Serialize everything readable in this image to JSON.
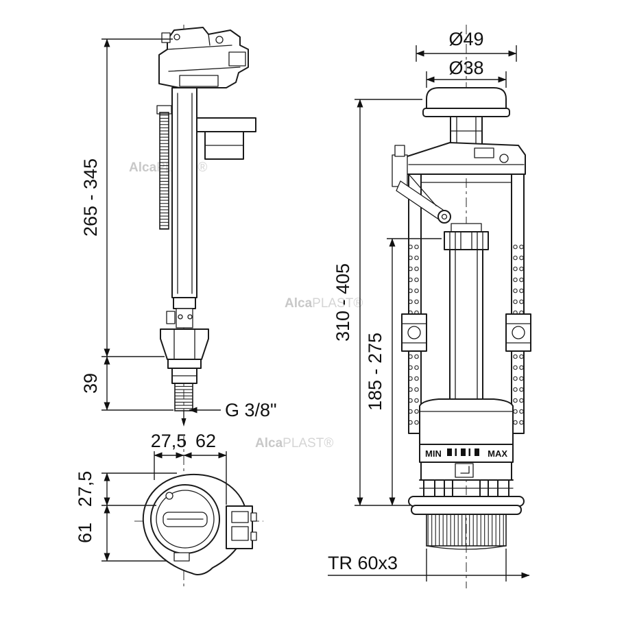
{
  "watermark": {
    "bold": "Alca",
    "rest": "PLAST®"
  },
  "fill_valve": {
    "dim_height": "265 - 345",
    "dim_shank": "39",
    "thread": "G 3/8\"",
    "plan": {
      "dim_left": "27,5",
      "dim_right": "62",
      "dim_top": "27,5",
      "dim_bottom": "61"
    }
  },
  "flush_valve": {
    "dim_button_outer": "Ø49",
    "dim_button_inner": "Ø38",
    "dim_height": "310 - 405",
    "dim_inner_tube": "185 - 275",
    "band_min": "MIN",
    "band_max": "MAX",
    "thread": "TR 60x3"
  }
}
